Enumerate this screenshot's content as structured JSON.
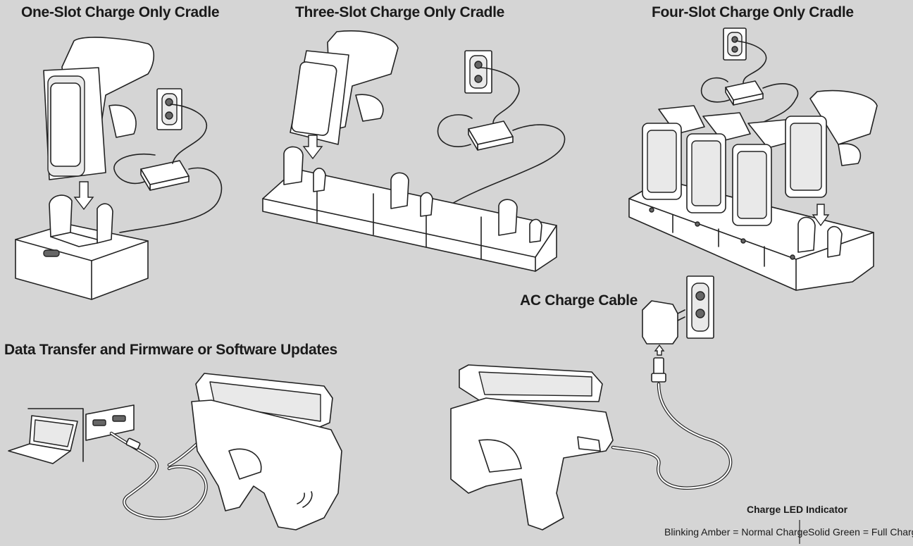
{
  "sections": {
    "one_slot": {
      "title": "One-Slot Charge Only Cradle"
    },
    "three_slot": {
      "title": "Three-Slot Charge Only Cradle"
    },
    "four_slot": {
      "title": "Four-Slot Charge Only Cradle"
    },
    "ac_cable": {
      "title": "AC Charge Cable"
    },
    "data_transfer": {
      "title": "Data Transfer and Firmware or Software Updates"
    }
  },
  "led": {
    "title": "Charge LED Indicator",
    "blinking": "Blinking Amber = Normal Charge",
    "solid": "Solid Green = Full Charge"
  },
  "icons": [
    "wall-outlet-icon",
    "power-adapter-icon",
    "laptop-icon",
    "usb-cable-icon",
    "down-arrow-icon"
  ],
  "colors": {
    "background": "#d5d5d5",
    "line": "#222222",
    "fill": "#ffffff"
  }
}
